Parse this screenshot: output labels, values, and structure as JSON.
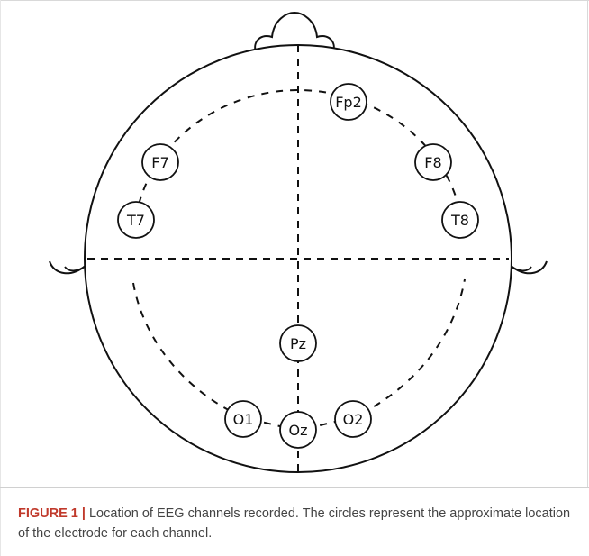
{
  "figure": {
    "caption_label": "FIGURE 1 |",
    "caption_text": " Location of EEG channels recorded. The circles represent the approximate location of the electrode for each channel."
  },
  "electrodes": [
    {
      "id": "fp2",
      "label": "Fp2"
    },
    {
      "id": "f7",
      "label": "F7"
    },
    {
      "id": "f8",
      "label": "F8"
    },
    {
      "id": "t7",
      "label": "T7"
    },
    {
      "id": "t8",
      "label": "T8"
    },
    {
      "id": "pz",
      "label": "Pz"
    },
    {
      "id": "o1",
      "label": "O1"
    },
    {
      "id": "oz",
      "label": "Oz"
    },
    {
      "id": "o2",
      "label": "O2"
    }
  ],
  "colors": {
    "caption_label": "#c0392b",
    "caption_text": "#444444",
    "line": "#111111"
  }
}
